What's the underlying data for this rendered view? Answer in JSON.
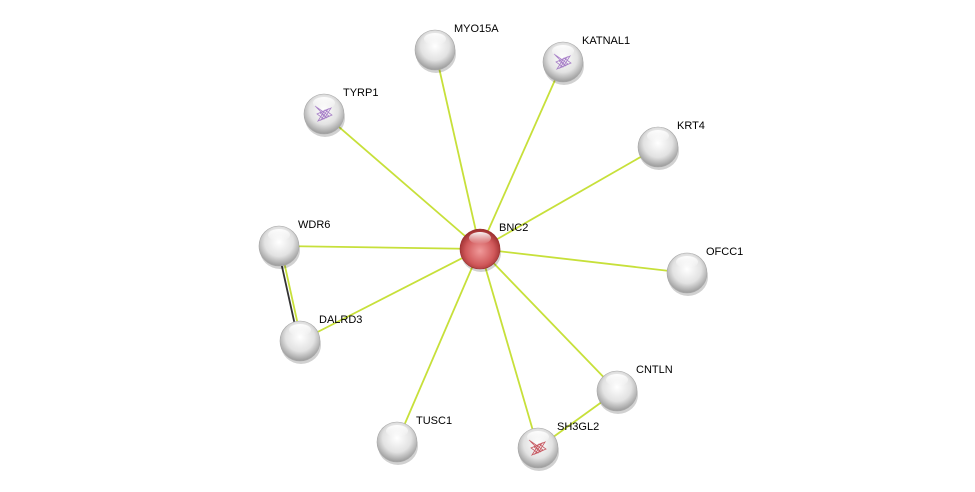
{
  "network": {
    "center": "BNC2",
    "colors": {
      "center_node": "#d0484b",
      "node": "#dcdcdc",
      "edge_textmining": "#c7e03a",
      "edge_coexpression": "#333333"
    },
    "nodes": [
      {
        "id": "BNC2",
        "label": "BNC2",
        "type": "query",
        "structure": false
      },
      {
        "id": "MYO15A",
        "label": "MYO15A",
        "type": "partner",
        "structure": false
      },
      {
        "id": "KATNAL1",
        "label": "KATNAL1",
        "type": "partner",
        "structure": true,
        "structure_color": "#9a6bc0"
      },
      {
        "id": "TYRP1",
        "label": "TYRP1",
        "type": "partner",
        "structure": true,
        "structure_color": "#9a6bc0"
      },
      {
        "id": "KRT4",
        "label": "KRT4",
        "type": "partner",
        "structure": false
      },
      {
        "id": "WDR6",
        "label": "WDR6",
        "type": "partner",
        "structure": false
      },
      {
        "id": "OFCC1",
        "label": "OFCC1",
        "type": "partner",
        "structure": false
      },
      {
        "id": "DALRD3",
        "label": "DALRD3",
        "type": "partner",
        "structure": false
      },
      {
        "id": "CNTLN",
        "label": "CNTLN",
        "type": "partner",
        "structure": false
      },
      {
        "id": "TUSC1",
        "label": "TUSC1",
        "type": "partner",
        "structure": false
      },
      {
        "id": "SH3GL2",
        "label": "SH3GL2",
        "type": "partner",
        "structure": true,
        "structure_color": "#c0404a"
      }
    ],
    "edges": [
      {
        "from": "BNC2",
        "to": "MYO15A",
        "kinds": [
          "textmining"
        ]
      },
      {
        "from": "BNC2",
        "to": "KATNAL1",
        "kinds": [
          "textmining"
        ]
      },
      {
        "from": "BNC2",
        "to": "TYRP1",
        "kinds": [
          "textmining"
        ]
      },
      {
        "from": "BNC2",
        "to": "KRT4",
        "kinds": [
          "textmining"
        ]
      },
      {
        "from": "BNC2",
        "to": "WDR6",
        "kinds": [
          "textmining"
        ]
      },
      {
        "from": "BNC2",
        "to": "OFCC1",
        "kinds": [
          "textmining"
        ]
      },
      {
        "from": "BNC2",
        "to": "DALRD3",
        "kinds": [
          "textmining"
        ]
      },
      {
        "from": "BNC2",
        "to": "CNTLN",
        "kinds": [
          "textmining"
        ]
      },
      {
        "from": "BNC2",
        "to": "TUSC1",
        "kinds": [
          "textmining"
        ]
      },
      {
        "from": "BNC2",
        "to": "SH3GL2",
        "kinds": [
          "textmining"
        ]
      },
      {
        "from": "WDR6",
        "to": "DALRD3",
        "kinds": [
          "textmining",
          "coexpression"
        ]
      },
      {
        "from": "CNTLN",
        "to": "SH3GL2",
        "kinds": [
          "textmining"
        ]
      }
    ]
  }
}
